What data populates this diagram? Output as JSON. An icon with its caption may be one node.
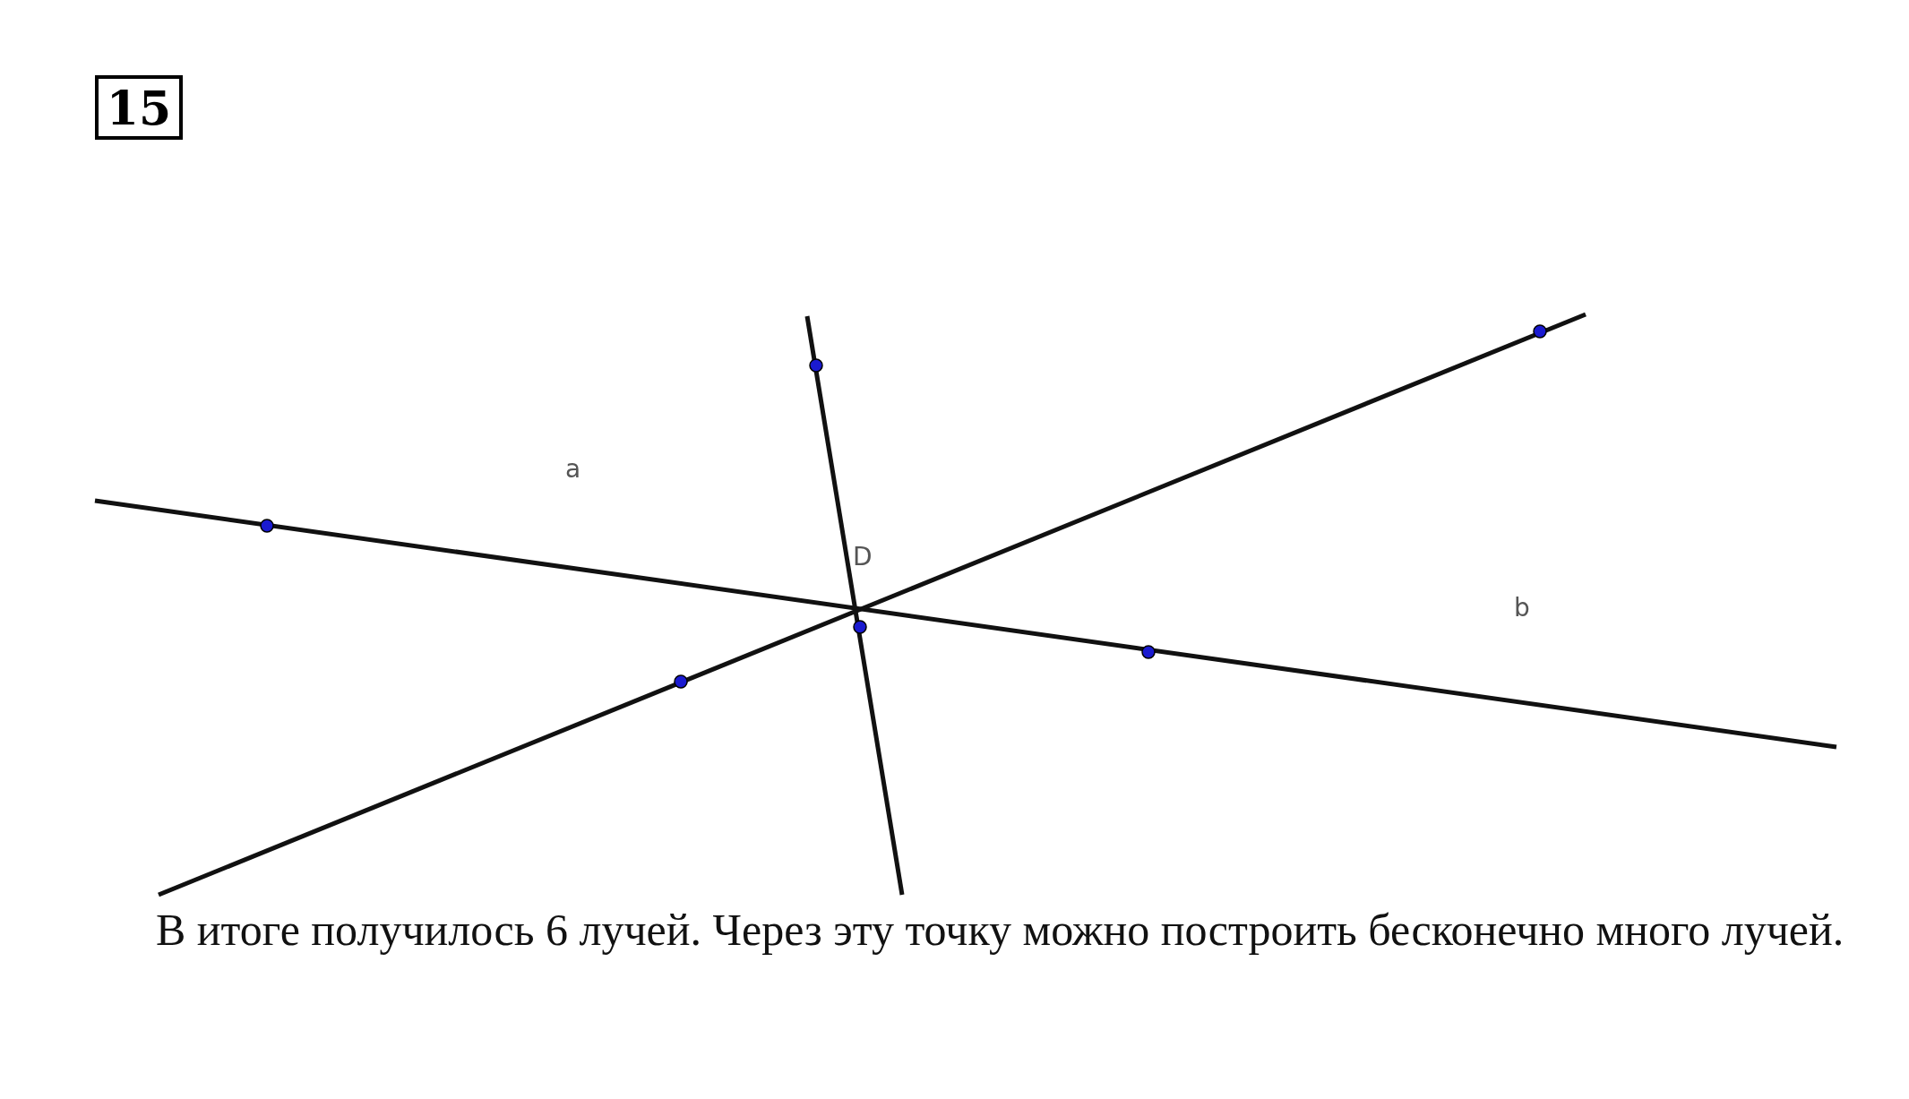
{
  "diagram": {
    "caption": "В итоге получилось 6 лучей. Через эту точку можно построить бесконечно много лучей.",
    "nodes": [
      {
        "text": [
          "15"
        ]
      }
    ],
    "labels": [
      "a",
      "D",
      "b"
    ]
  }
}
